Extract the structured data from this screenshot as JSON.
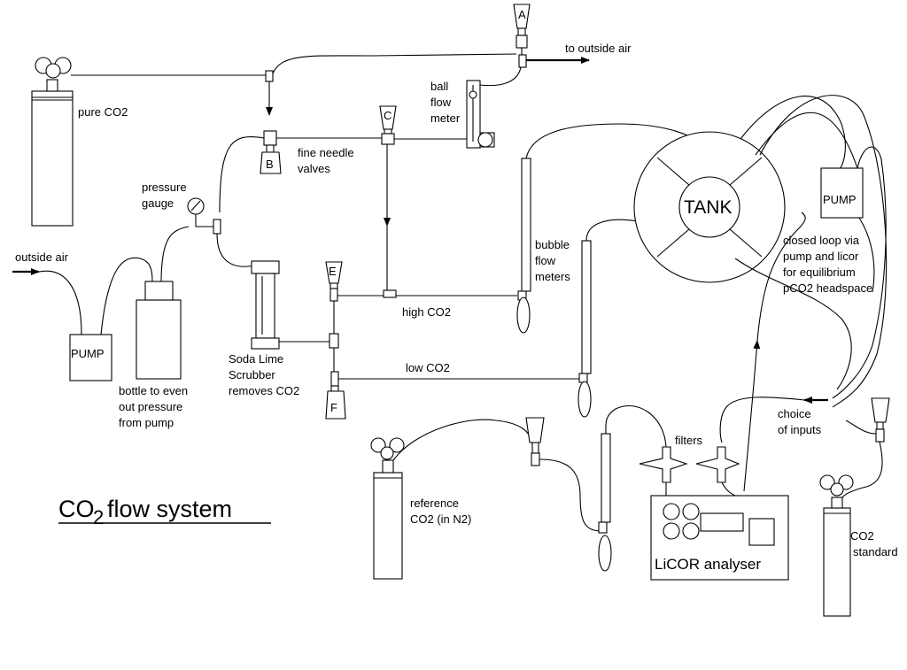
{
  "title_main": "CO",
  "title_sub": "2",
  "title_rest": " flow system",
  "labels": {
    "pure_co2": "pure CO2",
    "outside_air": "outside air",
    "to_outside_air": "to outside air",
    "ball_1": "ball",
    "ball_2": "flow",
    "ball_3": "meter",
    "fine_1": "fine needle",
    "fine_2": "valves",
    "gauge_1": "pressure",
    "gauge_2": "gauge",
    "pump_left": "PUMP",
    "pump_right": "PUMP",
    "bottle_1": "bottle to even",
    "bottle_2": "out pressure",
    "bottle_3": "from pump",
    "soda_1": "Soda Lime",
    "soda_2": "Scrubber",
    "soda_3": "removes CO2",
    "high_co2": "high CO2",
    "low_co2": "low CO2",
    "bubble_1": "bubble",
    "bubble_2": "flow",
    "bubble_3": "meters",
    "tank": "TANK",
    "loop_1": "closed loop via",
    "loop_2": "pump and licor",
    "loop_3": "for equilibrium",
    "loop_4": "pCO2 headspace",
    "choice_1": "choice",
    "choice_2": "of inputs",
    "filters": "filters",
    "ref_1": "reference",
    "ref_2": "CO2 (in N2)",
    "licor": "LiCOR analyser",
    "std_1": "CO2",
    "std_2": "standard"
  },
  "valves": {
    "a": "A",
    "b": "B",
    "c": "C",
    "e": "E",
    "f": "F"
  }
}
